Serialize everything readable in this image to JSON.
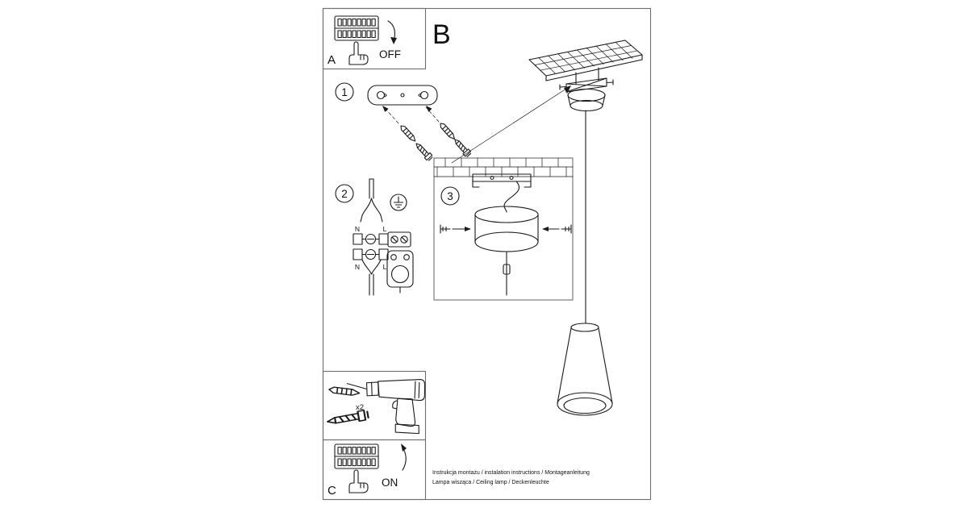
{
  "sheet": {
    "panel_a": {
      "label": "A",
      "state_label": "OFF"
    },
    "section_b": {
      "label": "B"
    },
    "panel_c": {
      "label": "C",
      "state_label": "ON"
    },
    "step1": {
      "number": "1"
    },
    "step2": {
      "number": "2",
      "wire_labels": {
        "n_top": "N",
        "l_top": "L",
        "n_bottom": "N",
        "l_bottom": "L"
      }
    },
    "step3": {
      "number": "3"
    },
    "hardware": {
      "anchor_count": "x2"
    },
    "footer": {
      "line1": "Instrukcja montażu / instalation instructions / Montageanleitung",
      "line2": "Lampa wisząca / Ceiling lamp / Deckenleuchte"
    },
    "colors": {
      "line": "#1a1a1a",
      "frame": "#6e6e6e",
      "background": "#ffffff"
    }
  }
}
